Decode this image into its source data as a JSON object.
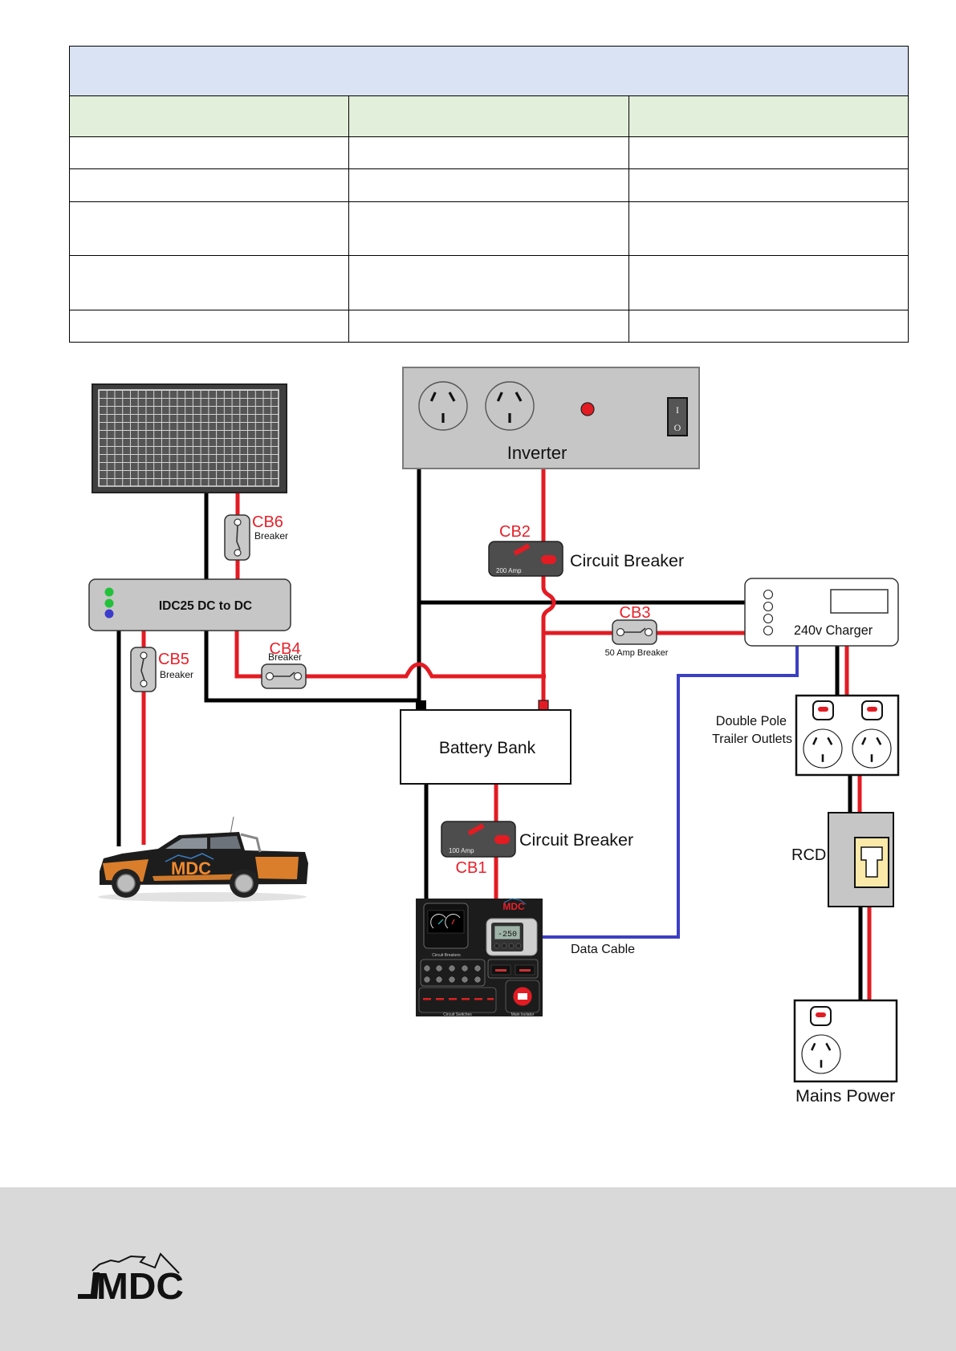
{
  "table": {
    "title": "",
    "headers": [
      "",
      "",
      ""
    ],
    "rows": [
      [
        "",
        "",
        ""
      ],
      [
        "",
        "",
        ""
      ],
      [
        "",
        "",
        ""
      ],
      [
        "",
        "",
        ""
      ],
      [
        "",
        "",
        ""
      ]
    ]
  },
  "diagram": {
    "inverter": {
      "label": "Inverter",
      "switch_on": "I",
      "switch_off": "O"
    },
    "cb6": {
      "tag": "CB6",
      "label": "Breaker"
    },
    "dc_to_dc": {
      "label": "IDC25 DC to DC"
    },
    "cb5": {
      "tag": "CB5",
      "label": "Breaker"
    },
    "cb4": {
      "tag": "CB4",
      "label": "Breaker"
    },
    "cb2": {
      "tag": "CB2",
      "label": "Circuit Breaker",
      "rating": "200 Amp"
    },
    "cb3": {
      "tag": "CB3",
      "label": "50 Amp Breaker"
    },
    "charger": {
      "label": "240v Charger"
    },
    "battery": {
      "label": "Battery Bank"
    },
    "cb1": {
      "tag": "CB1",
      "label": "Circuit Breaker",
      "rating": "100 Amp"
    },
    "data_cable": {
      "label": "Data Cable"
    },
    "trailer_outlets": {
      "label_line1": "Double Pole",
      "label_line2": "Trailer Outlets"
    },
    "rcd": {
      "label": "RCD"
    },
    "mains": {
      "label": "Mains Power"
    },
    "vehicle": {
      "decal": "MDC"
    },
    "control_panel": {
      "brand": "MDC",
      "monitor_reading": "-250",
      "breakers_label": "Circuit Breakers",
      "switches_label": "Circuit Switches",
      "isolator_label": "Main Isolator"
    }
  },
  "colors": {
    "positive_wire": "#e31b23",
    "negative_wire": "#000000",
    "data_wire": "#3b3fc4",
    "label_red": "#e8202a",
    "title_row_bg": "#dae3f3",
    "header_row_bg": "#e2efda",
    "footer_bg": "#d9d9d9"
  },
  "footer": {
    "logo_text": "MDC"
  }
}
